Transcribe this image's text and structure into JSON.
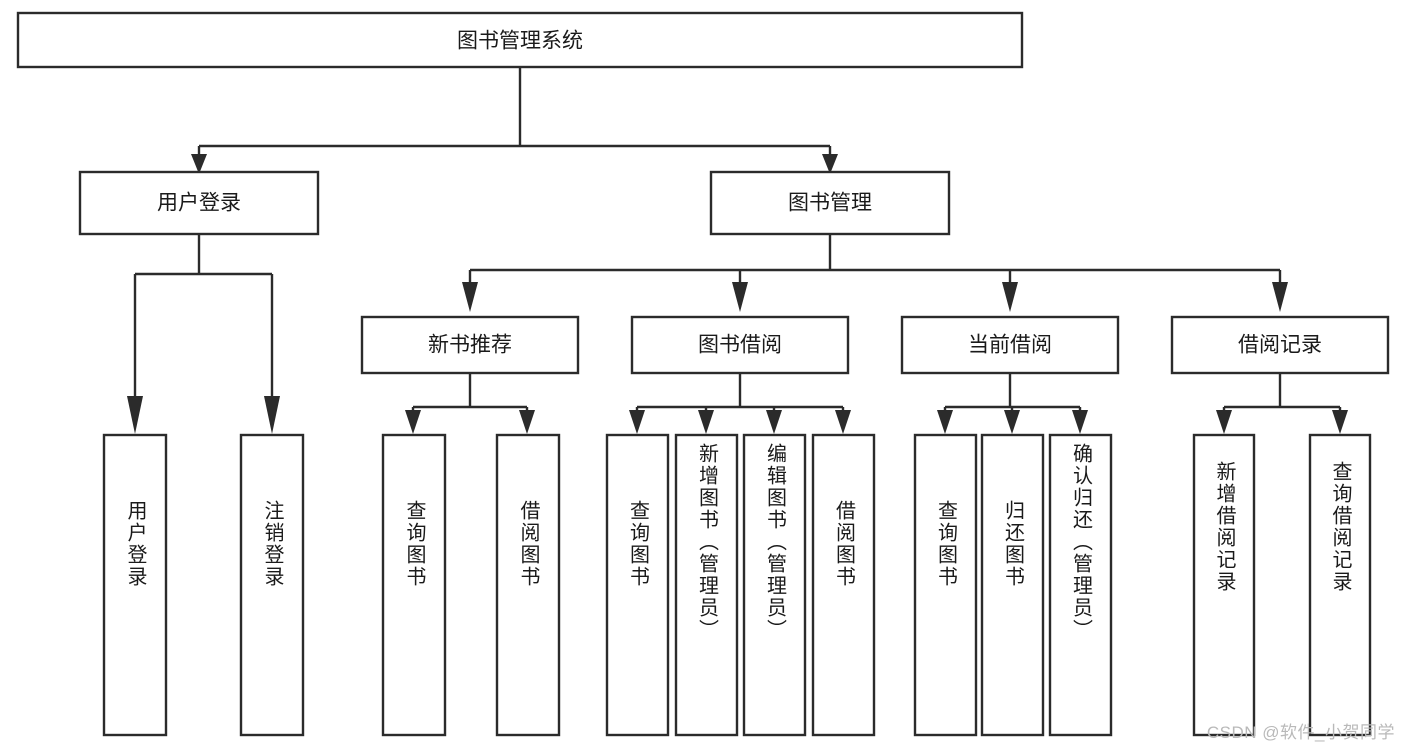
{
  "diagram": {
    "type": "tree-hierarchy-flowchart",
    "title": "图书管理系统",
    "watermark": "CSDN @软件_小贺同学",
    "colors": {
      "background": "#ffffff",
      "box_fill": "#ffffff",
      "box_stroke": "#2b2b2b",
      "connector": "#2b2b2b",
      "text": "#1a1a1a",
      "watermark": "#b9b9b9"
    },
    "levels": {
      "root": {
        "label": "图书管理系统"
      },
      "level1": [
        {
          "id": "user-login",
          "label": "用户登录"
        },
        {
          "id": "book-management",
          "label": "图书管理"
        }
      ],
      "level2": [
        {
          "id": "new-book-recommend",
          "label": "新书推荐",
          "parent": "book-management"
        },
        {
          "id": "book-borrow",
          "label": "图书借阅",
          "parent": "book-management"
        },
        {
          "id": "current-borrow",
          "label": "当前借阅",
          "parent": "book-management"
        },
        {
          "id": "borrow-record",
          "label": "借阅记录",
          "parent": "book-management"
        }
      ],
      "leaves": [
        {
          "id": "leaf-user-login",
          "label": "用户登录",
          "parent": "user-login"
        },
        {
          "id": "leaf-logout",
          "label": "注销登录",
          "parent": "user-login"
        },
        {
          "id": "leaf-query-book-1",
          "label": "查询图书",
          "parent": "new-book-recommend"
        },
        {
          "id": "leaf-borrow-book-1",
          "label": "借阅图书",
          "parent": "new-book-recommend"
        },
        {
          "id": "leaf-query-book-2",
          "label": "查询图书",
          "parent": "book-borrow"
        },
        {
          "id": "leaf-add-book",
          "label": "新增图书（管理员）",
          "parent": "book-borrow"
        },
        {
          "id": "leaf-edit-book",
          "label": "编辑图书（管理员）",
          "parent": "book-borrow"
        },
        {
          "id": "leaf-borrow-book-2",
          "label": "借阅图书",
          "parent": "book-borrow"
        },
        {
          "id": "leaf-query-book-3",
          "label": "查询图书",
          "parent": "current-borrow"
        },
        {
          "id": "leaf-return-book",
          "label": "归还图书",
          "parent": "current-borrow"
        },
        {
          "id": "leaf-confirm-return",
          "label": "确认归还（管理员）",
          "parent": "current-borrow"
        },
        {
          "id": "leaf-add-record",
          "label": "新增借阅记录",
          "parent": "borrow-record"
        },
        {
          "id": "leaf-query-record",
          "label": "查询借阅记录",
          "parent": "borrow-record"
        }
      ]
    }
  }
}
